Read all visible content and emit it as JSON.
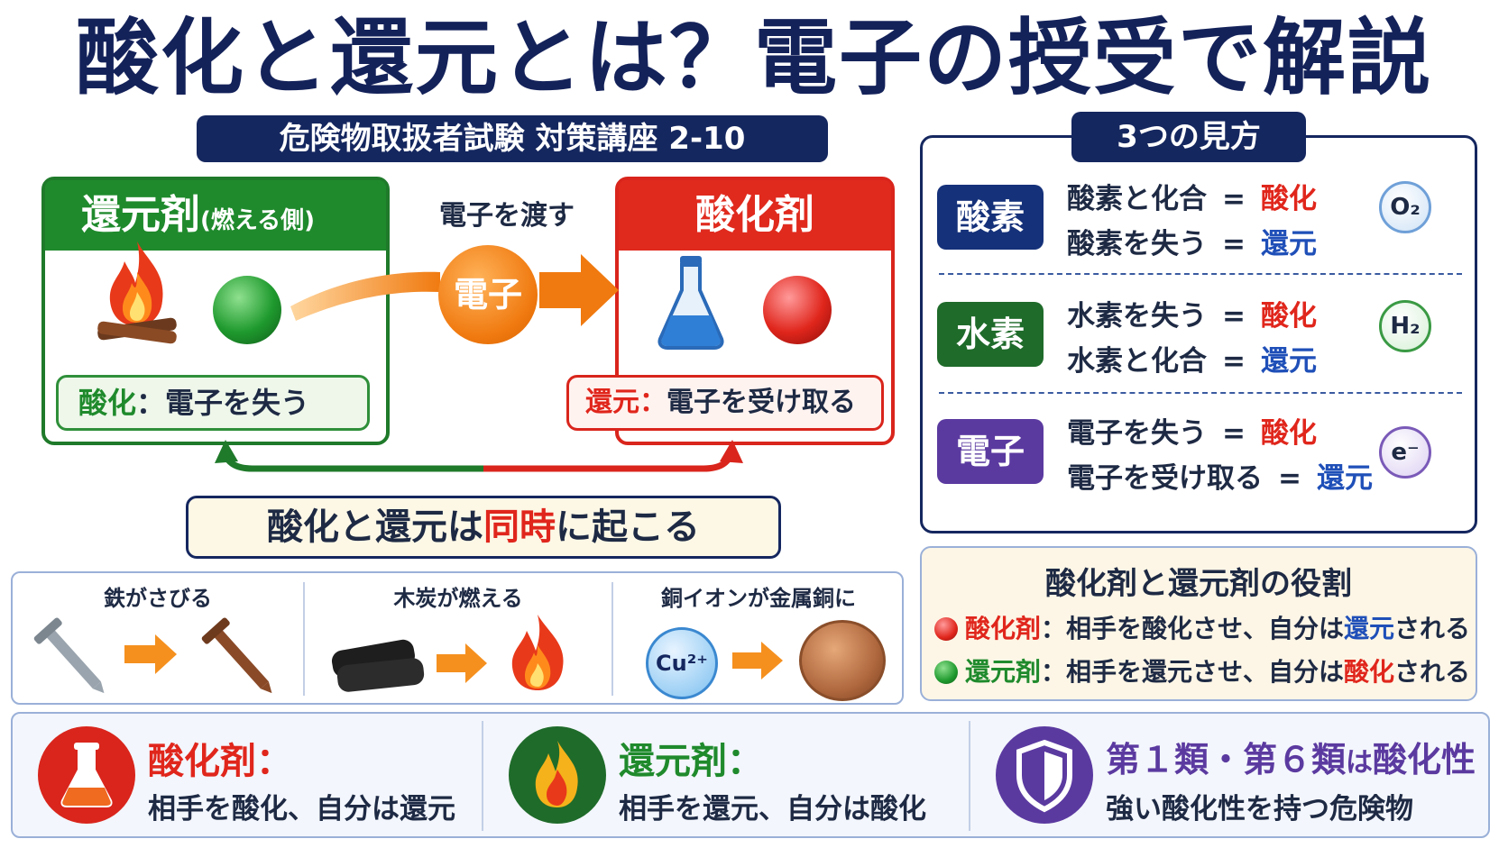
{
  "title": "酸化と還元とは？電子の授受で解説",
  "subtitle": "危険物取扱者試験 対策講座 2-10",
  "diagram": {
    "reducer_head": "還元剤",
    "reducer_head_note": "(燃える側)",
    "oxidizer_head": "酸化剤",
    "transfer_label": "電子を渡す",
    "electron_label": "電子",
    "reducer_pill_key": "酸化",
    "reducer_pill_sep": "：",
    "reducer_pill_text": "電子を失う",
    "oxidizer_pill_key": "還元",
    "oxidizer_pill_sep": "：",
    "oxidizer_pill_text": "電子を受け取る",
    "simul_pre": "酸化と還元は",
    "simul_em": "同時",
    "simul_post": "に起こる"
  },
  "examples": [
    {
      "label": "鉄がさびる"
    },
    {
      "label": "木炭が燃える"
    },
    {
      "label": "銅イオンが金属銅に",
      "ion": "Cu²⁺"
    }
  ],
  "views": {
    "tag": "3つの見方",
    "rows": [
      {
        "badge": "酸素",
        "badge_color": "#15317a",
        "chem": "O₂",
        "l1_pre": "酸素と化合",
        "l1_eq": "=",
        "l1_res": "酸化",
        "l2_pre": "酸素を失う",
        "l2_eq": "=",
        "l2_res": "還元"
      },
      {
        "badge": "水素",
        "badge_color": "#1f6b2a",
        "chem": "H₂",
        "l1_pre": "水素を失う",
        "l1_eq": "=",
        "l1_res": "酸化",
        "l2_pre": "水素と化合",
        "l2_eq": "=",
        "l2_res": "還元"
      },
      {
        "badge": "電子",
        "badge_color": "#5b3aa0",
        "chem": "e⁻",
        "l1_pre": "電子を失う",
        "l1_eq": "=",
        "l1_res": "酸化",
        "l2_pre": "電子を受け取る",
        "l2_eq": "=",
        "l2_res": "還元"
      }
    ]
  },
  "roles": {
    "title": "酸化剤と還元剤の役割",
    "ox_key": "酸化剤",
    "ox_text_a": "：相手を酸化させ、自分は",
    "ox_em": "還元",
    "ox_text_b": "される",
    "red_key": "還元剤",
    "red_text_a": "：相手を還元させ、自分は",
    "red_em": "酸化",
    "red_text_b": "される"
  },
  "bottom": [
    {
      "t1": "酸化剤：",
      "t2": "相手を酸化、自分は還元",
      "color": "#e0261c"
    },
    {
      "t1": "還元剤：",
      "t2": "相手を還元、自分は酸化",
      "color": "#1f8a2c"
    },
    {
      "t1a": "第１類・第６類",
      "t1b": "は",
      "t1c": "酸化性",
      "t2": "強い酸化性を持つ危険物",
      "color": "#5b3aa0"
    }
  ],
  "colors": {
    "navy": "#15275f",
    "green": "#1f8a2c",
    "red": "#e0261c",
    "blue": "#1f4fb8",
    "purple": "#5b3aa0",
    "orange": "#f07a10"
  }
}
